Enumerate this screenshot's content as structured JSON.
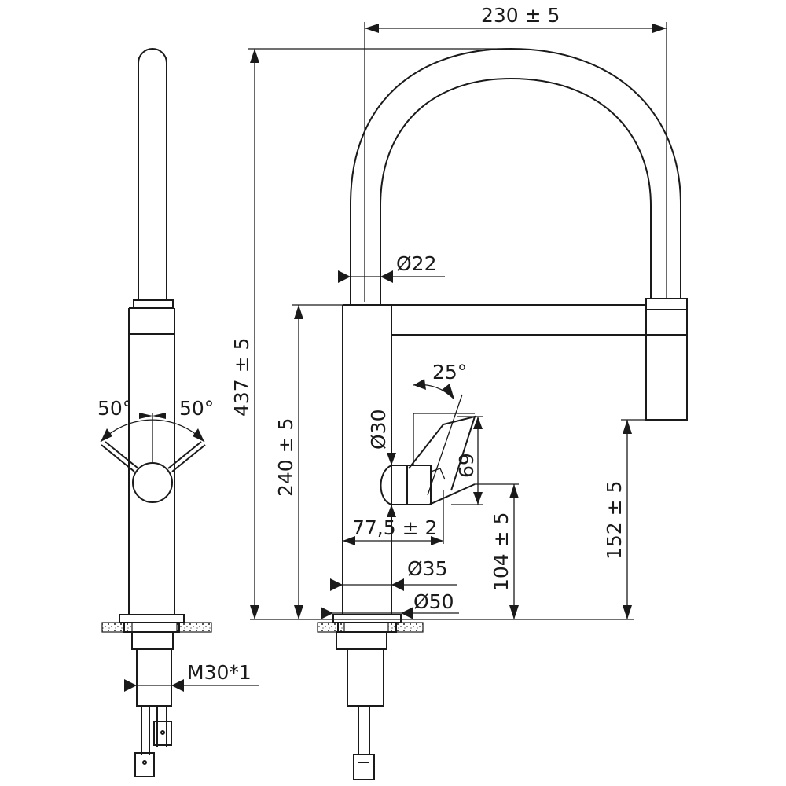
{
  "dimensions": {
    "width_total": "230 ± 5",
    "pipe_diameter": "Ø22",
    "height_total": "437 ± 5",
    "height_body": "240 ± 5",
    "body_diameter": "Ø30",
    "lever_angle_front": "25°",
    "lever_height": "69",
    "lever_reach": "77,5 ± 2",
    "lever_height_from_base": "104 ± 5",
    "spout_height": "152 ± 5",
    "base_inner_diameter": "Ø35",
    "base_outer_diameter": "Ø50",
    "side_swing_left": "50°",
    "side_swing_right": "50°",
    "thread": "M30*1"
  }
}
